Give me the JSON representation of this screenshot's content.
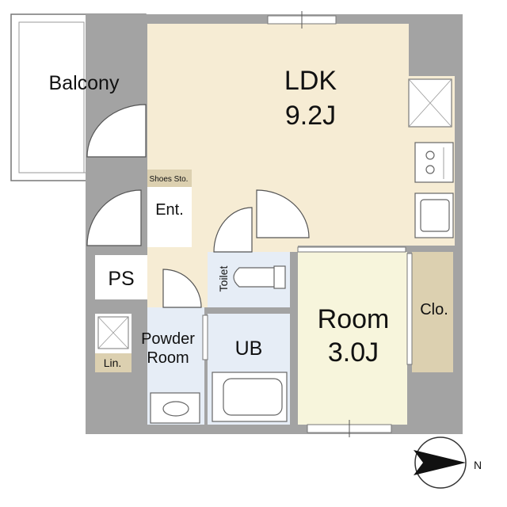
{
  "rooms": {
    "ldk": {
      "name": "LDK",
      "size": "9.2J"
    },
    "room": {
      "name": "Room",
      "size": "3.0J"
    },
    "balcony": "Balcony",
    "entrance": "Ent.",
    "shoes_storage": "Shoes Sto.",
    "ps": "PS",
    "toilet": "Toilet",
    "powder_room_line1": "Powder",
    "powder_room_line2": "Room",
    "ub": "UB",
    "linen": "Lin.",
    "closet": "Clo."
  },
  "compass": {
    "label": "N"
  },
  "colors": {
    "wall": "#a3a3a3",
    "ldk_floor": "#f6ecd4",
    "room_floor": "#f7f5dc",
    "wet_area": "#e6edf6",
    "storage": "#dcd0b0"
  }
}
